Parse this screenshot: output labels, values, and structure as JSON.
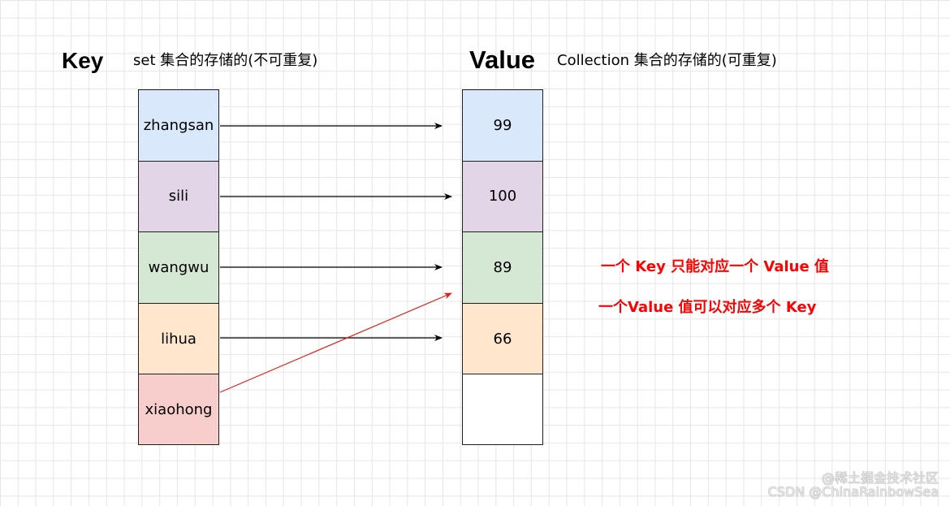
{
  "key_section": {
    "heading": "Key",
    "caption": "set 集合的存储的(不可重复)",
    "cells": [
      {
        "label": "zhangsan",
        "fill": "#dae8fc"
      },
      {
        "label": "sili",
        "fill": "#e1d5e7"
      },
      {
        "label": "wangwu",
        "fill": "#d5e8d4"
      },
      {
        "label": "lihua",
        "fill": "#ffe6cc"
      },
      {
        "label": "xiaohong",
        "fill": "#f8cecc"
      }
    ]
  },
  "value_section": {
    "heading": "Value",
    "caption": "Collection 集合的存储的(可重复)",
    "cells": [
      {
        "label": "99",
        "fill": "#dae8fc"
      },
      {
        "label": "100",
        "fill": "#e1d5e7"
      },
      {
        "label": "89",
        "fill": "#d5e8d4"
      },
      {
        "label": "66",
        "fill": "#ffe6cc"
      },
      {
        "label": "",
        "fill": "#ffffff"
      }
    ]
  },
  "mappings": [
    {
      "from": "zhangsan",
      "to": "99",
      "color": "#000000"
    },
    {
      "from": "sili",
      "to": "100",
      "color": "#000000"
    },
    {
      "from": "wangwu",
      "to": "89",
      "color": "#000000"
    },
    {
      "from": "lihua",
      "to": "66",
      "color": "#000000"
    },
    {
      "from": "xiaohong",
      "to": "89",
      "color": "#e0201a"
    }
  ],
  "notes": [
    "一个 Key 只能对应一个 Value 值",
    "一个Value 值可以对应多个 Key"
  ],
  "notes_color": "#ff0000",
  "watermark": {
    "line1": "@稀土掘金技术社区",
    "line2": "CSDN @ChinaRainbowSea"
  }
}
